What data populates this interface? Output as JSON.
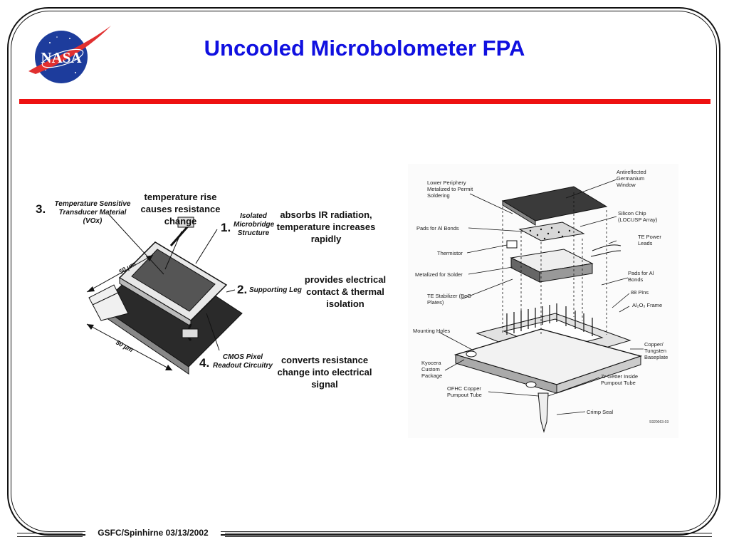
{
  "slide": {
    "title": "Uncooled Microbolometer FPA",
    "footer": "GSFC/Spinhirne  03/13/2002",
    "logo_text": "NASA",
    "colors": {
      "title": "#1010e0",
      "rule": "#ee1111",
      "logo_blue": "#1d3c9c",
      "logo_red": "#e03030"
    }
  },
  "left_diagram": {
    "callouts": [
      {
        "number": "3.",
        "label": "Temperature Sensitive Transducer Material (VOx)",
        "description": "temperature rise causes resistance change"
      },
      {
        "number": "1.",
        "label": "Isolated Microbridge Structure",
        "description": "absorbs IR radiation, temperature increases rapidly"
      },
      {
        "number": "2.",
        "label": "Supporting Leg",
        "description": "provides electrical contact & thermal isolation"
      },
      {
        "number": "4.",
        "label": "CMOS Pixel Readout Circuitry",
        "description": "converts resistance change into electrical signal"
      }
    ],
    "dimensions": [
      "50 µm",
      "50 µm"
    ]
  },
  "right_diagram": {
    "labels": [
      "Lower Periphery Metalized to Permit Soldering",
      "Antireflected Germanium Window",
      "Pads for Al Bonds",
      "Silicon Chip (LOCUSP Array)",
      "TE Power Leads",
      "Thermistor",
      "Metalized for Solder",
      "Pads for Al Bonds",
      "88 Pins",
      "TE Stabilizer (BeO Plates)",
      "Al₂O₃ Frame",
      "Mounting Holes",
      "Copper/ Tungsten Baseplate",
      "Kyocera Custom Package",
      "Zr Getter Inside Pumpout Tube",
      "OFHC Copper Pumpout Tube",
      "Crimp Seal"
    ],
    "stamp": "S920063-03"
  }
}
